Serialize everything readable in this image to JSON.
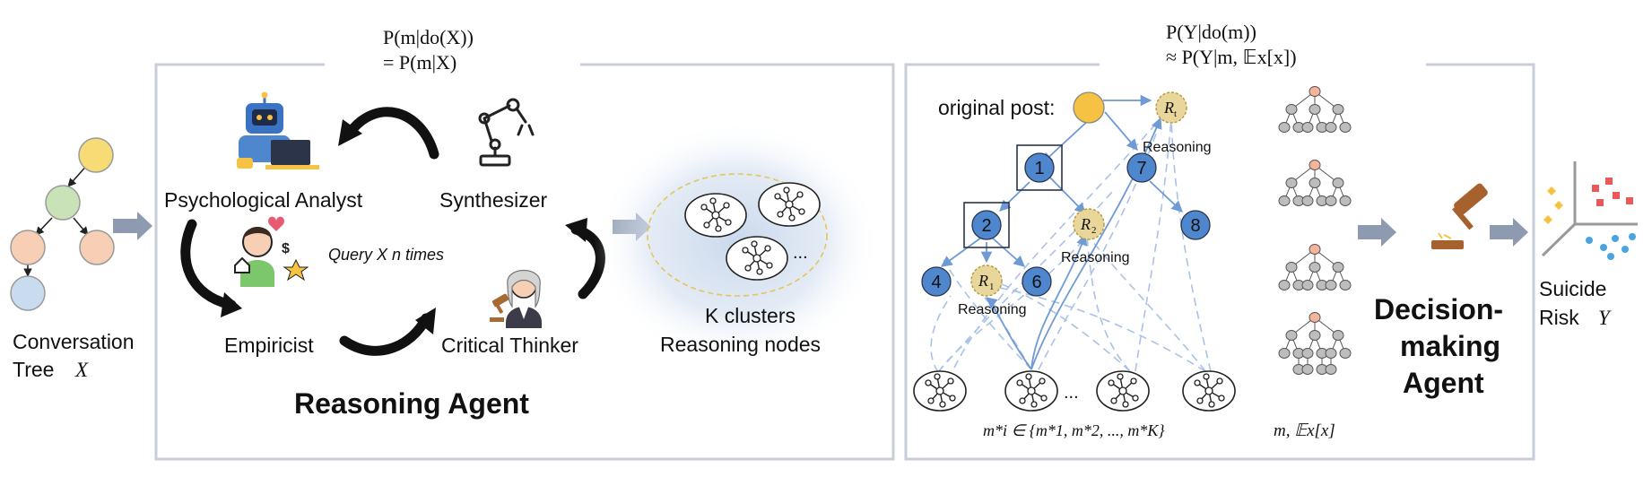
{
  "left": {
    "tree_label_line1": "Conversation",
    "tree_label_line2": "Tree",
    "tree_var": "X"
  },
  "reasoning_agent": {
    "formula_line1": "P(m|do(X))",
    "formula_line2": "= P(m|X)",
    "roles": {
      "analyst": "Psychological Analyst",
      "synthesizer": "Synthesizer",
      "empiricist": "Empiricist",
      "critical": "Critical Thinker"
    },
    "query": "Query X n times",
    "title": "Reasoning Agent"
  },
  "clusters": {
    "ellipsis": "...",
    "label_line1": "K clusters",
    "label_line2": "Reasoning nodes"
  },
  "graph_panel": {
    "formula_line1": "P(Y|do(m))",
    "formula_line2": "≈ P(Y|m, 𝔼x[x])",
    "original_post": "original post:",
    "nodes": [
      "1",
      "2",
      "4",
      "6",
      "7",
      "8"
    ],
    "reasoning_nodes": [
      "Rt",
      "R2",
      "R1"
    ],
    "reasoning_label": "Reasoning",
    "ellipsis": "...",
    "bottom_formula": "m*i ∈ {m*1, m*2, ..., m*K}",
    "trees_formula": "m, 𝔼x[x]"
  },
  "decision": {
    "line1": "Decision-",
    "line2": "making",
    "line3": "Agent"
  },
  "output": {
    "line1": "Suicide",
    "line2": "Risk",
    "var": "Y"
  },
  "colors": {
    "panel_border": "#c8cdd8",
    "arrow_fill": "#8d9ab0",
    "tree_yellow": "#f7dc75",
    "tree_green": "#c9e2b8",
    "tree_peach": "#f6cfb4",
    "tree_blue": "#c9dcef",
    "node_blue": "#4f87cf",
    "node_yellow": "#f6c244",
    "reasoning_fill": "#e8d69a",
    "graph_line": "#6f9ad4",
    "cluster_glow": "#c7d7ec"
  }
}
